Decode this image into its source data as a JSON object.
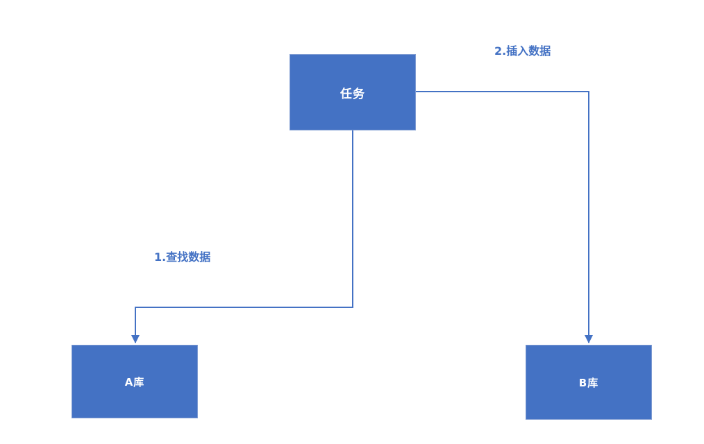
{
  "diagram": {
    "nodes": [
      {
        "id": "task",
        "label": "任务"
      },
      {
        "id": "db_a",
        "label": "A库"
      },
      {
        "id": "db_b",
        "label": "B库"
      }
    ],
    "edges": [
      {
        "id": "find",
        "from": "task",
        "to": "db_a",
        "label": "1.查找数据"
      },
      {
        "id": "insert",
        "from": "task",
        "to": "db_b",
        "label": "2.插入数据"
      }
    ],
    "colors": {
      "node_fill": "#4472C4",
      "node_text": "#ffffff",
      "connector": "#4472C4",
      "edge_label_text": "#4472C4",
      "background": "#ffffff"
    }
  }
}
